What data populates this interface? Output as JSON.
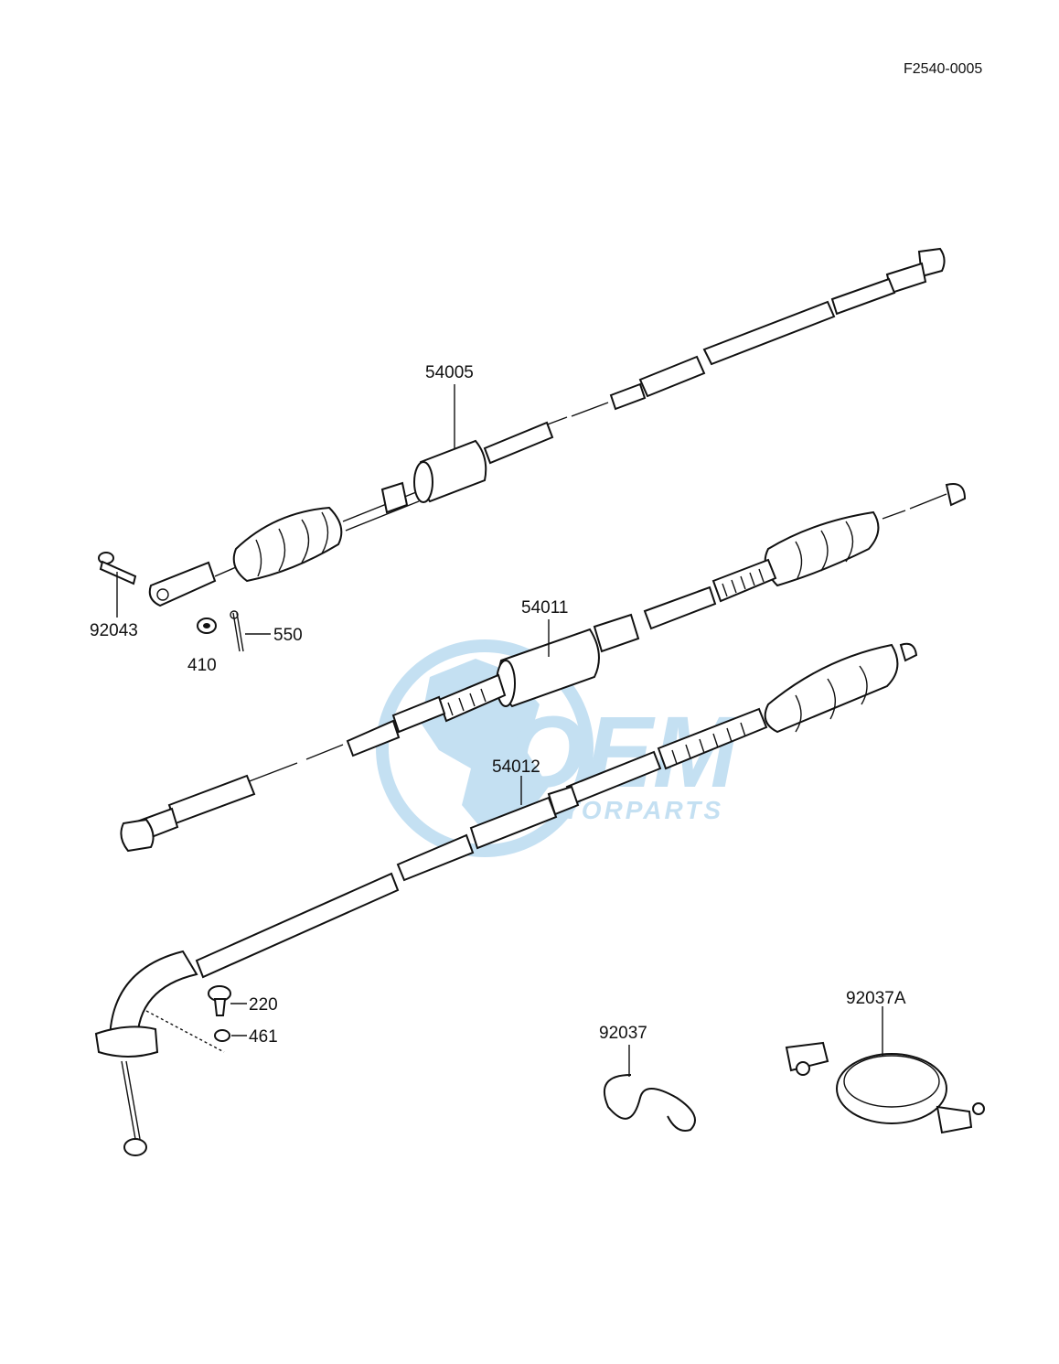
{
  "diagram": {
    "ref_code": "F2540-0005",
    "parts": [
      {
        "id": "54005"
      },
      {
        "id": "54011"
      },
      {
        "id": "54012"
      },
      {
        "id": "92043"
      },
      {
        "id": "410"
      },
      {
        "id": "550"
      },
      {
        "id": "220"
      },
      {
        "id": "461"
      },
      {
        "id": "92037"
      },
      {
        "id": "92037A"
      }
    ]
  },
  "watermark": {
    "logo_text": "OEM",
    "sub_text": "MOTORPARTS",
    "color": "#5aa7dc"
  }
}
